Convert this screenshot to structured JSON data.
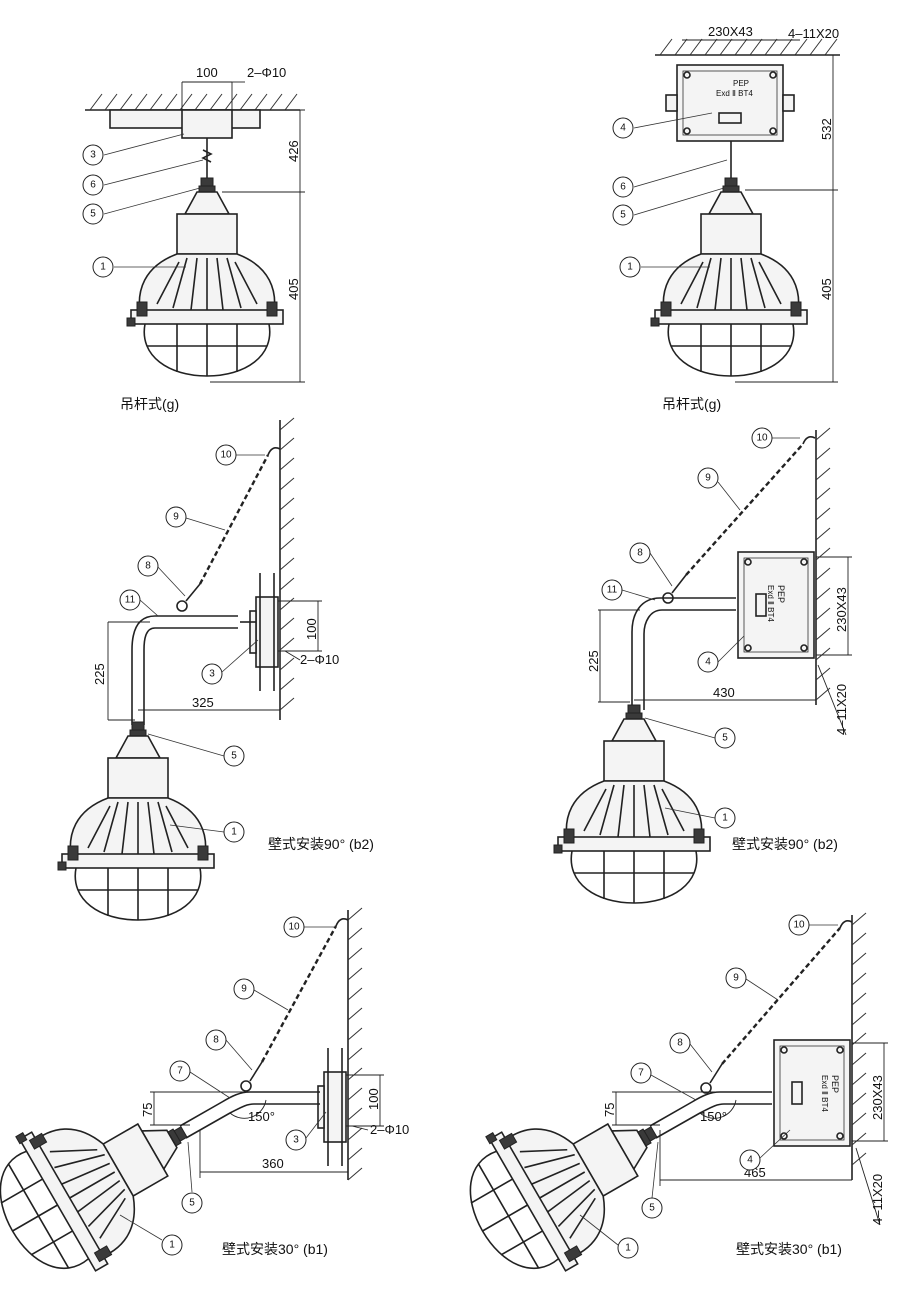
{
  "figures": [
    {
      "caption": "吊杆式(g)",
      "dims": {
        "width": "100",
        "holes": "2–Φ10",
        "rod": "426",
        "lamp": "405"
      },
      "callouts": [
        "3",
        "6",
        "5",
        "1"
      ]
    },
    {
      "caption": "吊杆式(g)",
      "dims": {
        "box": "230X43",
        "holes": "4–11X20",
        "rod": "532",
        "lamp": "405"
      },
      "callouts": [
        "4",
        "6",
        "5",
        "1"
      ],
      "box_marking": {
        "line1": "PEP",
        "line2": "Exd Ⅱ BT4"
      }
    },
    {
      "caption": "壁式安装90° (b2)",
      "dims": {
        "height": "225",
        "reach": "325",
        "plate": "100",
        "holes": "2–Φ10"
      },
      "callouts": [
        "10",
        "9",
        "8",
        "11",
        "3",
        "5",
        "1"
      ]
    },
    {
      "caption": "壁式安装90° (b2)",
      "dims": {
        "height": "225",
        "reach": "430",
        "box": "230X43",
        "holes": "4–11X20"
      },
      "callouts": [
        "10",
        "9",
        "8",
        "11",
        "4",
        "5",
        "1"
      ],
      "box_marking": {
        "line1": "PEP",
        "line2": "Exd Ⅱ BT4"
      }
    },
    {
      "caption": "壁式安装30° (b1)",
      "dims": {
        "offset": "75",
        "angle": "150°",
        "reach": "360",
        "plate": "100",
        "holes": "2–Φ10"
      },
      "callouts": [
        "10",
        "9",
        "8",
        "7",
        "3",
        "5",
        "1"
      ]
    },
    {
      "caption": "壁式安装30° (b1)",
      "dims": {
        "offset": "75",
        "angle": "150°",
        "reach": "465",
        "box": "230X43",
        "holes": "4–11X20"
      },
      "callouts": [
        "10",
        "9",
        "8",
        "7",
        "4",
        "5",
        "1"
      ],
      "box_marking": {
        "line1": "PEP",
        "line2": "Exd Ⅱ BT4"
      }
    }
  ]
}
